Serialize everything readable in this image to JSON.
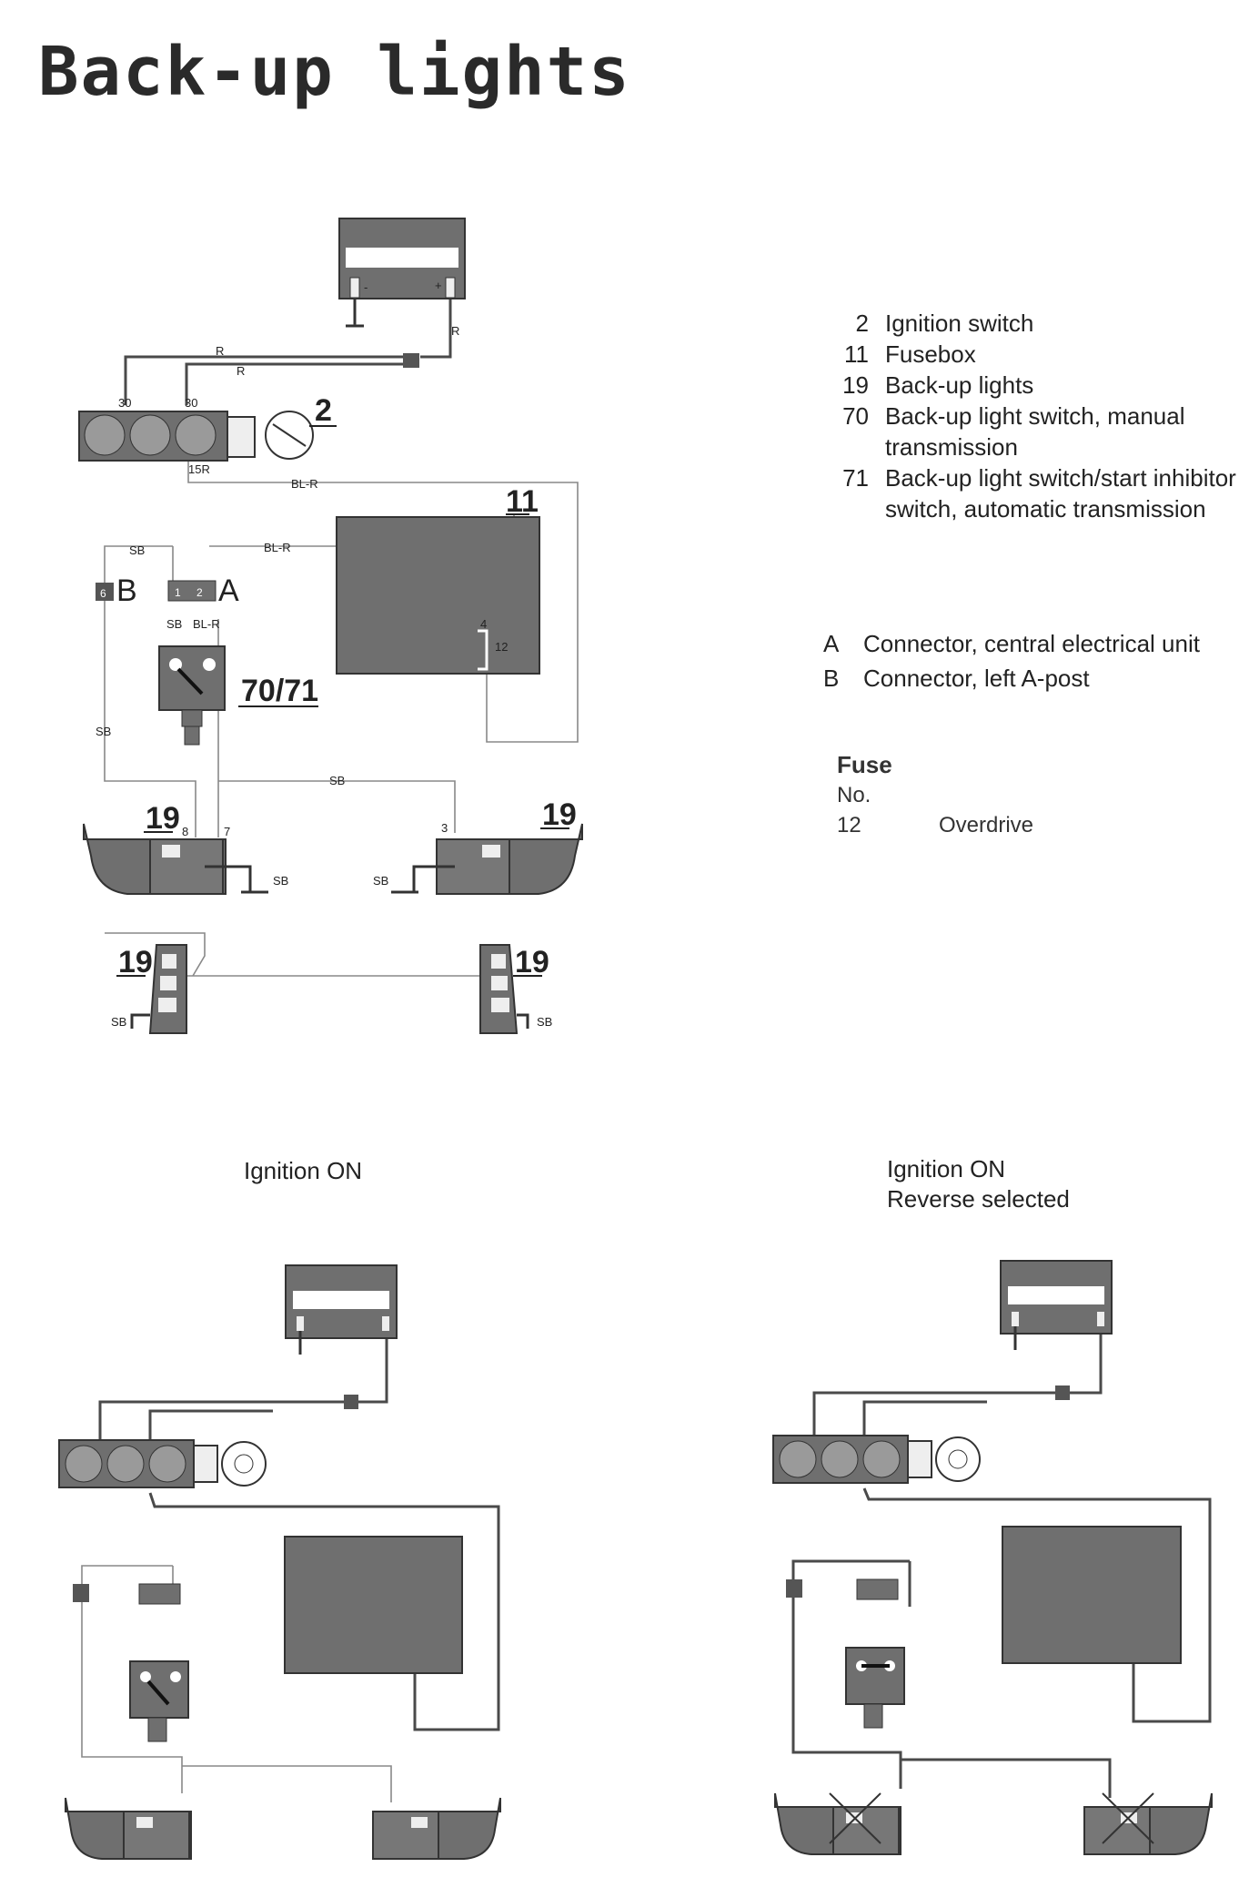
{
  "title": "Back-up lights",
  "legend": [
    {
      "num": "2",
      "text": "Ignition switch"
    },
    {
      "num": "11",
      "text": "Fusebox"
    },
    {
      "num": "19",
      "text": "Back-up lights"
    },
    {
      "num": "70",
      "text": "Back-up light switch, manual transmission"
    },
    {
      "num": "71",
      "text": "Back-up light switch/start inhibitor switch, automatic transmission"
    }
  ],
  "connectors": [
    {
      "letter": "A",
      "text": "Connector, central electrical unit"
    },
    {
      "letter": "B",
      "text": "Connector, left A-post"
    }
  ],
  "fuse": {
    "heading": "Fuse",
    "subheading": "No.",
    "number": "12",
    "name": "Overdrive"
  },
  "captions": {
    "left": "Ignition ON",
    "right_line1": "Ignition ON",
    "right_line2": "Reverse selected"
  },
  "diagram": {
    "wire_r": "R",
    "wire_blr": "BL-R",
    "wire_sb": "SB",
    "pin_30": "30",
    "pin_15r": "15R",
    "pin_1": "1",
    "pin_2": "2",
    "pin_4": "4",
    "pin_6": "6",
    "pin_7": "7",
    "pin_8": "8",
    "pin_3": "3",
    "pin_12": "12",
    "pin_minus": "-",
    "pin_plus": "+",
    "label_ign": "2",
    "label_fuse": "11",
    "label_switch": "70/71",
    "label_light": "19",
    "label_a": "A",
    "label_b": "B"
  },
  "colors": {
    "component": "#6f6f6f",
    "wire": "#4a4a4a",
    "wire_light": "#888888"
  }
}
